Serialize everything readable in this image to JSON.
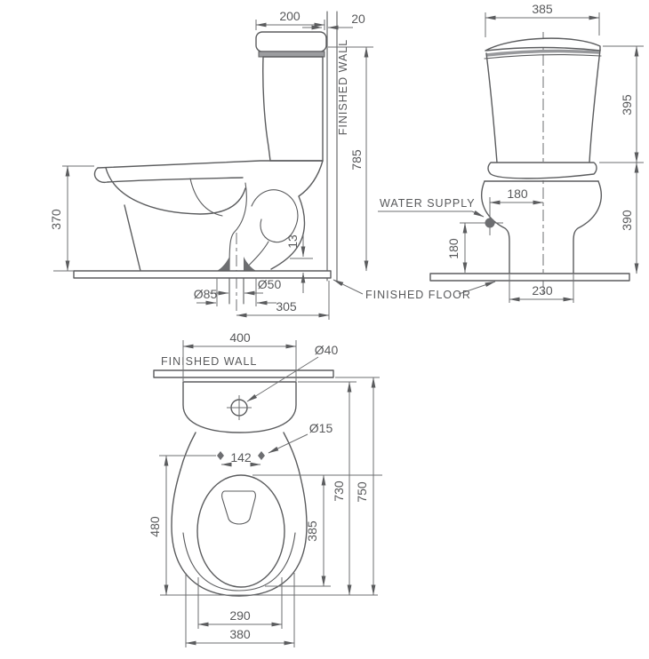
{
  "side": {
    "finished_wall": "FINISHED WALL",
    "finished_floor": "FINISHED FLOOR",
    "dims": {
      "lid_width": "200",
      "wall_gap": "20",
      "overall_height": "785",
      "seat_height": "370",
      "outlet_offset": "13",
      "outlet_inner": "Ø50",
      "outlet_outer": "Ø85",
      "outlet_to_wall": "305"
    }
  },
  "front": {
    "water_supply": "WATER SUPPLY",
    "dims": {
      "tank_width": "385",
      "tank_height": "395",
      "supply_offset": "180",
      "supply_height": "180",
      "bowl_height": "390",
      "base_width": "230"
    }
  },
  "plan": {
    "finished_wall": "FINISHED WALL",
    "dims": {
      "tank_width": "400",
      "flush_hole": "Ø40",
      "seat_hole": "Ø15",
      "hole_spacing": "142",
      "bowl_length": "480",
      "opening_length": "385",
      "depth_from_tank": "730",
      "depth_total": "750",
      "foot_inner": "290",
      "foot_outer": "380"
    }
  },
  "style": {
    "line_color": "#5b5c5e",
    "dark_fill": "#6d6e71",
    "band_fill": "#9c9da0"
  }
}
